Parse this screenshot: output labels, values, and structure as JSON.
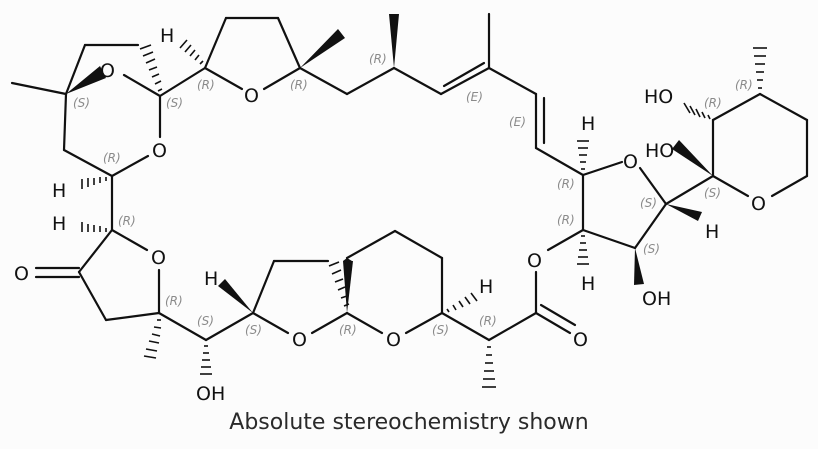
{
  "figure": {
    "caption": "Absolute stereochemistry shown",
    "background": "#fcfcfc",
    "bond_color": "#111111",
    "stereo_label_color": "#8a8a8a"
  },
  "atoms": {
    "O_bridge": "O",
    "O_ring1": "O",
    "O_thf1": "O",
    "O_lactone": "O",
    "O_ketone": "O",
    "O_thf2": "O",
    "O_thp": "O",
    "O_ester": "O",
    "O_carbonyl": "O",
    "O_thf3": "O",
    "O_pyran": "O",
    "H_top1": "H",
    "H_left1": "H",
    "H_left2": "H",
    "H_mid": "H",
    "H_thp": "H",
    "H_right_top": "H",
    "H_right_mid": "H",
    "H_right_bot": "H",
    "OH_bottom": "OH",
    "OH_right": "OH",
    "HO_pyran1": "HO",
    "HO_pyran2": "HO"
  },
  "stereo_labels": {
    "s1": "(S)",
    "s2": "(S)",
    "s3": "(R)",
    "s4": "(R)",
    "s5": "(R)",
    "s6": "(R)",
    "s7": "(E)",
    "s8": "(E)",
    "s9": "(R)",
    "s10": "(R)",
    "s11": "(R)",
    "s12": "(R)",
    "s13": "(S)",
    "s14": "(S)",
    "s15": "(S)",
    "s16": "(R)",
    "s17": "(S)",
    "s18": "(S)",
    "s19": "(R)",
    "s20": "(S)",
    "s21": "(R)",
    "s22": "(R)"
  }
}
